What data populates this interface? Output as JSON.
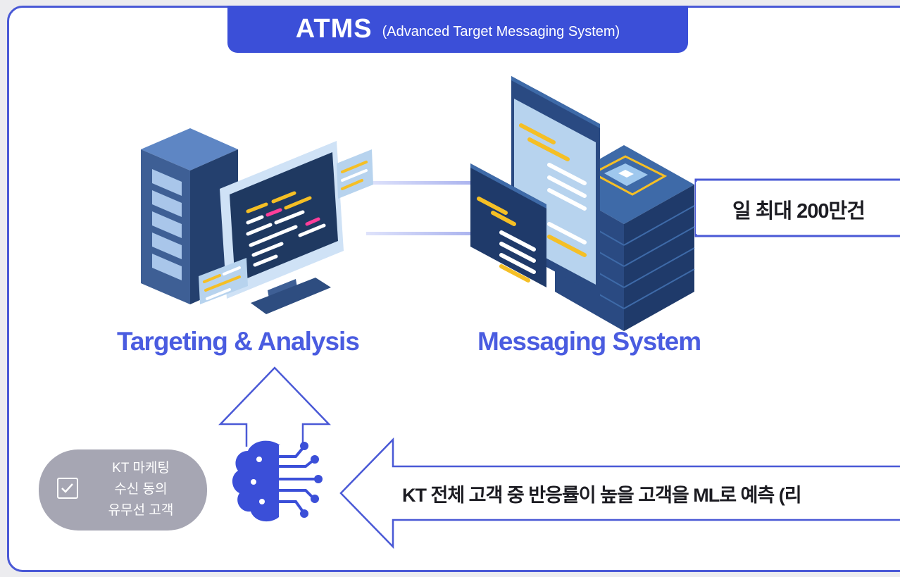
{
  "header": {
    "title": "ATMS",
    "subtitle": "(Advanced Target Messaging System)"
  },
  "nodes": {
    "targeting_label": "Targeting & Analysis",
    "messaging_label": "Messaging System"
  },
  "throughput_label": "일 최대 200만건",
  "ml_arrow_label": "KT 전체 고객 중 반응률이 높을 고객을 ML로 예측 (리",
  "consent": {
    "lines": [
      "KT 마케팅",
      "수신 동의",
      "유무선 고객"
    ],
    "icon": "checkbox-checked-icon"
  },
  "colors": {
    "accent": "#3b4fd8",
    "label_blue": "#4a5ce0",
    "pill_gray": "#a6a6b3",
    "server_dark": "#24406e",
    "server_mid": "#3e5f95",
    "screen_light": "#b7d3ee",
    "highlight_yellow": "#f5bf25"
  }
}
